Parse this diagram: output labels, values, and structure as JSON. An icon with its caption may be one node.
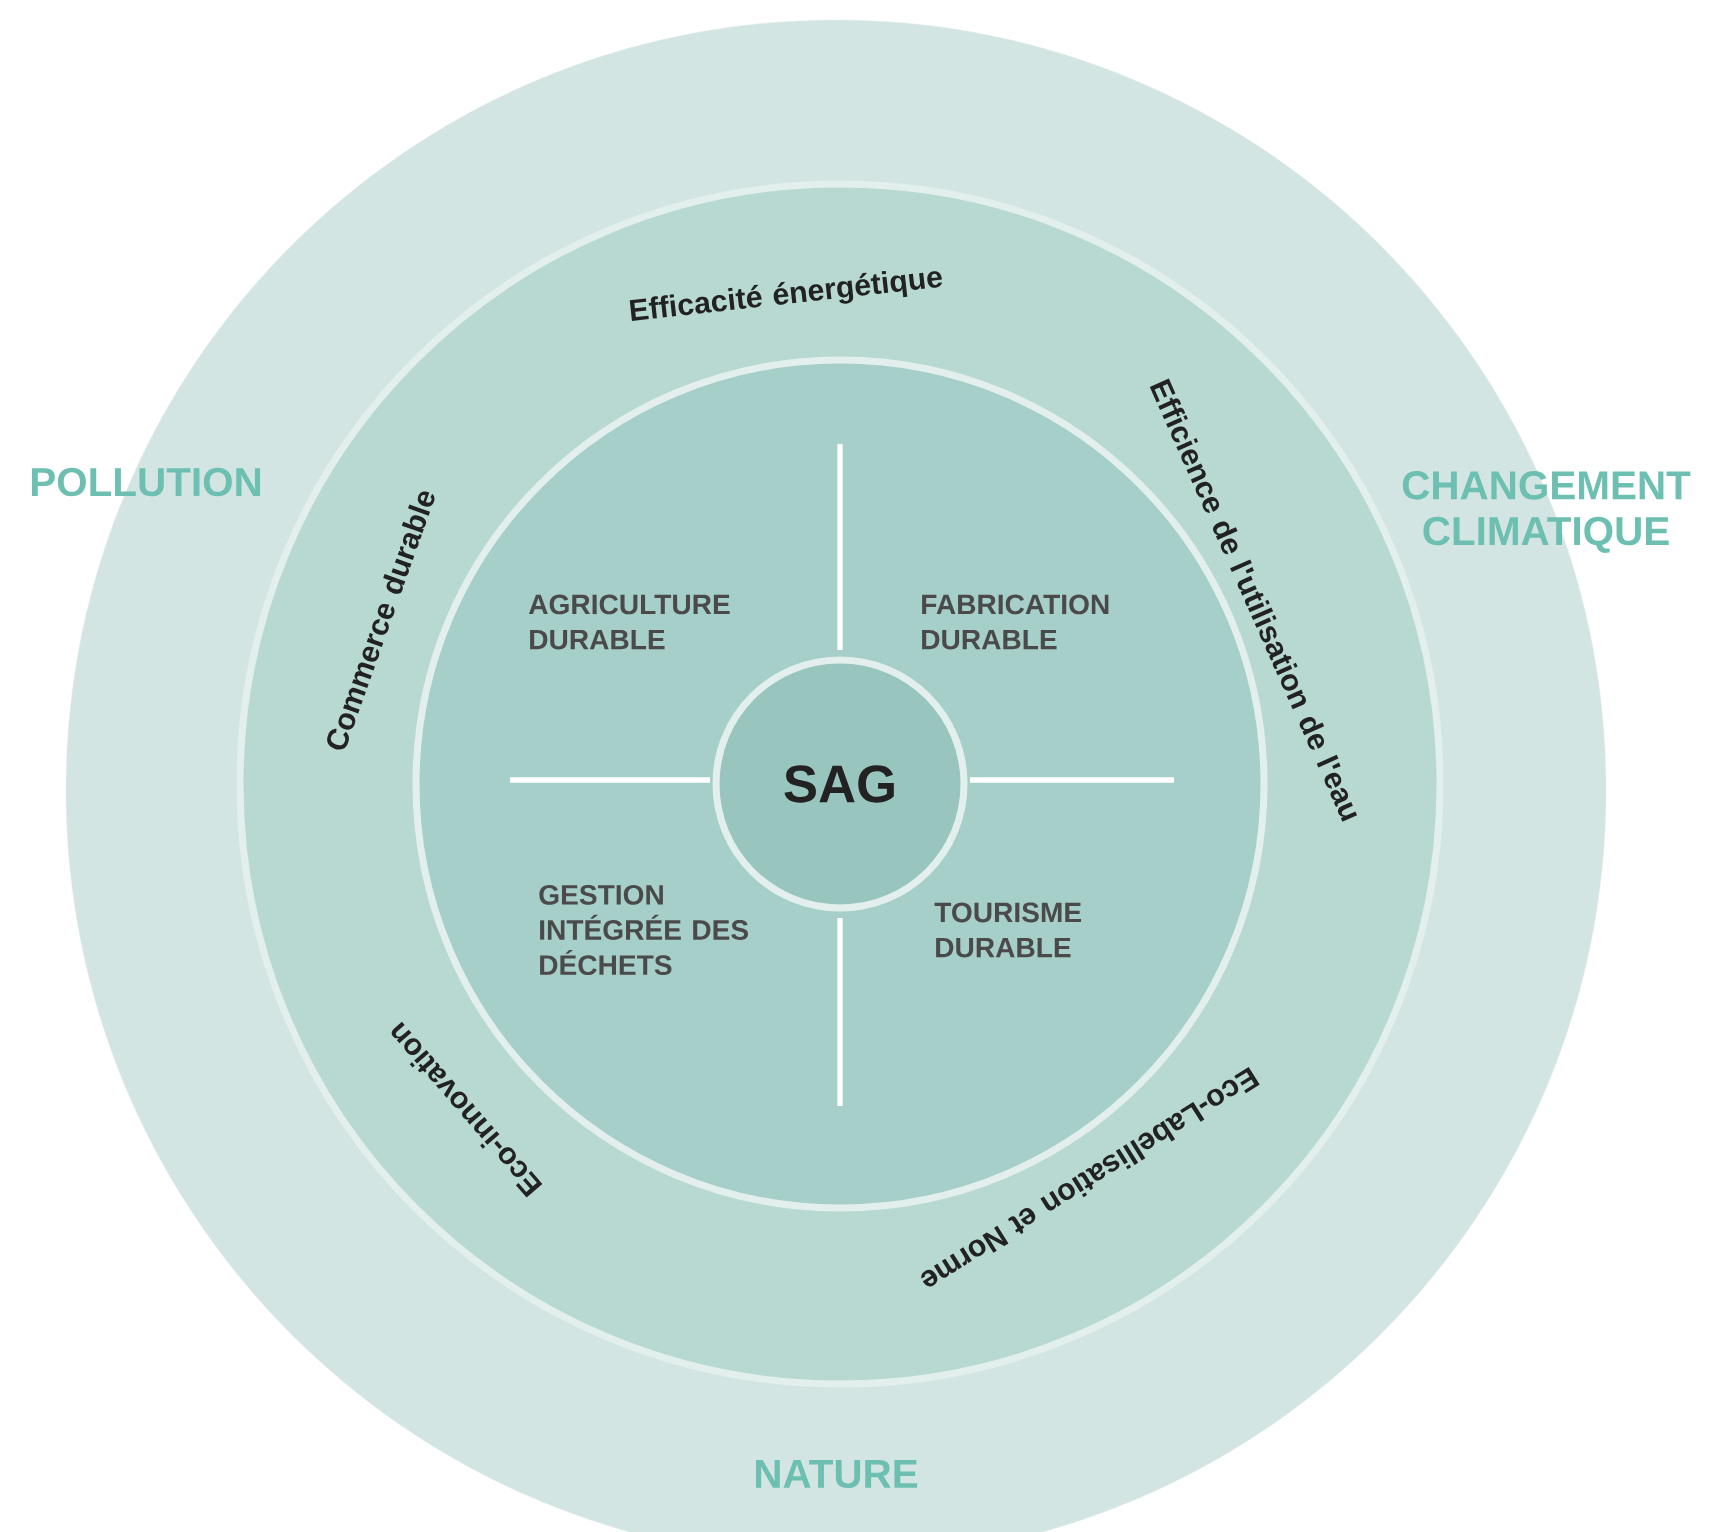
{
  "diagram": {
    "nodes": [
      {
        "text": [
          "POLLUTION",
          "CHANGEMENT CLIMATIQUE",
          "NATURE"
        ]
      },
      {
        "text": [
          "Efficacité énergétique",
          "Efficience de l'utilisation de l'eau",
          "Eco-Labellisation et Norme",
          "Eco-innovation",
          "Commerce durable"
        ],
        "in": 0
      },
      {
        "text": [
          "AGRICULTURE DURABLE",
          "FABRICATION DURABLE",
          "GESTION INTÉGRÉE DES DÉCHETS",
          "TOURISME DURABLE"
        ],
        "in": 1
      },
      {
        "text": [
          "SAG"
        ],
        "in": 2
      }
    ]
  }
}
